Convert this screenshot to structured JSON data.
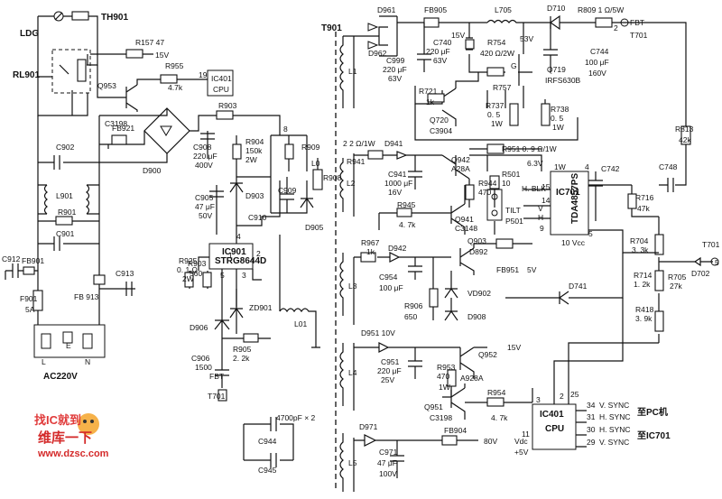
{
  "left_section": {
    "components": [
      {
        "id": "ldg",
        "text": "LDG"
      },
      {
        "id": "th901",
        "text": "TH901"
      },
      {
        "id": "rl901",
        "text": "RL901"
      },
      {
        "id": "r157",
        "text": "R157 47"
      },
      {
        "id": "v15a",
        "text": "15V"
      },
      {
        "id": "r955",
        "text": "R955"
      },
      {
        "id": "r955v",
        "text": "4.7k"
      },
      {
        "id": "ic401a",
        "text": "IC401"
      },
      {
        "id": "cpua",
        "text": "CPU"
      },
      {
        "id": "pin19",
        "text": "19"
      },
      {
        "id": "q953",
        "text": "Q953"
      },
      {
        "id": "c3198a",
        "text": "C3198"
      },
      {
        "id": "fb921",
        "text": "FB921"
      },
      {
        "id": "r903a",
        "text": "R903"
      },
      {
        "id": "pin8",
        "text": "8"
      },
      {
        "id": "c902",
        "text": "C902"
      },
      {
        "id": "d900",
        "text": "D900"
      },
      {
        "id": "c908",
        "text": "C908"
      },
      {
        "id": "c908v1",
        "text": "220 μF"
      },
      {
        "id": "c908v2",
        "text": "400V"
      },
      {
        "id": "r904",
        "text": "R904"
      },
      {
        "id": "r904v1",
        "text": "150k"
      },
      {
        "id": "r904v2",
        "text": "2W"
      },
      {
        "id": "r909",
        "text": "R909"
      },
      {
        "id": "l0",
        "text": "L0"
      },
      {
        "id": "r908",
        "text": "R908"
      },
      {
        "id": "l901",
        "text": "L901"
      },
      {
        "id": "c905",
        "text": "C905"
      },
      {
        "id": "c905v1",
        "text": "47 μF"
      },
      {
        "id": "c905v2",
        "text": "50V"
      },
      {
        "id": "d903",
        "text": "D903"
      },
      {
        "id": "c909",
        "text": "C909"
      },
      {
        "id": "c910",
        "text": "C910"
      },
      {
        "id": "d905",
        "text": "D905"
      },
      {
        "id": "r901",
        "text": "R901"
      },
      {
        "id": "c901",
        "text": "C901"
      },
      {
        "id": "c912",
        "text": "C912"
      },
      {
        "id": "fb901",
        "text": "FB901"
      },
      {
        "id": "c913",
        "text": "C913"
      },
      {
        "id": "f901",
        "text": "F901"
      },
      {
        "id": "f901v",
        "text": "5A"
      },
      {
        "id": "fb913",
        "text": "FB 913"
      },
      {
        "id": "r925",
        "text": "R925"
      },
      {
        "id": "r925v1",
        "text": "0. 1 Ω"
      },
      {
        "id": "r925v2",
        "text": "2W"
      },
      {
        "id": "r903b",
        "text": "R903"
      },
      {
        "id": "r903bv",
        "text": "560"
      },
      {
        "id": "pin4",
        "text": "4"
      },
      {
        "id": "pin1",
        "text": "1"
      },
      {
        "id": "pin2",
        "text": "2"
      },
      {
        "id": "ic901",
        "text": "IC901"
      },
      {
        "id": "ic901p",
        "text": "STRG8644D"
      },
      {
        "id": "pin5",
        "text": "5"
      },
      {
        "id": "pin3",
        "text": "3"
      },
      {
        "id": "d906",
        "text": "D906"
      },
      {
        "id": "zd901",
        "text": "ZD901"
      },
      {
        "id": "l01",
        "text": "L01"
      },
      {
        "id": "r905",
        "text": "R905"
      },
      {
        "id": "r905v",
        "text": "2. 2k"
      },
      {
        "id": "c906",
        "text": "C906"
      },
      {
        "id": "c906v",
        "text": "1500"
      },
      {
        "id": "fbt1",
        "text": "FBT"
      },
      {
        "id": "t701a",
        "text": "T701"
      },
      {
        "id": "l_lbl",
        "text": "L"
      },
      {
        "id": "e_lbl",
        "text": "E"
      },
      {
        "id": "n_lbl",
        "text": "N"
      },
      {
        "id": "ac",
        "text": "AC220V"
      },
      {
        "id": "c4700",
        "text": "4700pF × 2"
      },
      {
        "id": "c944",
        "text": "C944"
      },
      {
        "id": "c945",
        "text": "C945"
      }
    ]
  },
  "right_section": {
    "components": [
      {
        "id": "t901",
        "text": "T901"
      },
      {
        "id": "d961",
        "text": "D961"
      },
      {
        "id": "d962",
        "text": "D962"
      },
      {
        "id": "fb905",
        "text": "FB905"
      },
      {
        "id": "l705",
        "text": "L705"
      },
      {
        "id": "d710",
        "text": "D710"
      },
      {
        "id": "r809",
        "text": "R809 1 Ω/5W"
      },
      {
        "id": "fbt2",
        "text": "FBT"
      },
      {
        "id": "t701b",
        "text": "T701"
      },
      {
        "id": "v15b",
        "text": "15V"
      },
      {
        "id": "v53",
        "text": "53V"
      },
      {
        "id": "c740",
        "text": "C740"
      },
      {
        "id": "c740v1",
        "text": "220 μF"
      },
      {
        "id": "c740v2",
        "text": "63V"
      },
      {
        "id": "r754",
        "text": "R754"
      },
      {
        "id": "r754v",
        "text": "420 Ω/2W"
      },
      {
        "id": "c744",
        "text": "C744"
      },
      {
        "id": "c744v1",
        "text": "100 μF"
      },
      {
        "id": "c744v2",
        "text": "160V"
      },
      {
        "id": "c999",
        "text": "C999"
      },
      {
        "id": "c999v1",
        "text": "220 μF"
      },
      {
        "id": "c999v2",
        "text": "63V"
      },
      {
        "id": "l1",
        "text": "L1"
      },
      {
        "id": "g",
        "text": "G"
      },
      {
        "id": "q719",
        "text": "Q719"
      },
      {
        "id": "irfs",
        "text": "IRFS630B"
      },
      {
        "id": "r757",
        "text": "R757"
      },
      {
        "id": "r721",
        "text": "R721"
      },
      {
        "id": "r721v",
        "text": "1k"
      },
      {
        "id": "q720",
        "text": "Q720"
      },
      {
        "id": "c3904",
        "text": "C3904"
      },
      {
        "id": "r737",
        "text": "R737"
      },
      {
        "id": "r737v1",
        "text": "0. 5"
      },
      {
        "id": "r737v2",
        "text": "1W"
      },
      {
        "id": "r738",
        "text": "R738"
      },
      {
        "id": "r738v1",
        "text": "0. 5"
      },
      {
        "id": "r738v2",
        "text": "1W"
      },
      {
        "id": "r813",
        "text": "R813"
      },
      {
        "id": "r813v",
        "text": "42k"
      },
      {
        "id": "r22",
        "text": "2 2 Ω/1W"
      },
      {
        "id": "d941",
        "text": "D941"
      },
      {
        "id": "q942",
        "text": "Q942"
      },
      {
        "id": "a28a",
        "text": "A28A"
      },
      {
        "id": "r951",
        "text": "R951  0. 9 Ω/1W"
      },
      {
        "id": "v63",
        "text": "6.3V"
      },
      {
        "id": "r941",
        "text": "R941"
      },
      {
        "id": "c941",
        "text": "C941"
      },
      {
        "id": "c941v1",
        "text": "1000 μF"
      },
      {
        "id": "c941v2",
        "text": "16V"
      },
      {
        "id": "r944",
        "text": "R944"
      },
      {
        "id": "r944v",
        "text": "470"
      },
      {
        "id": "r501",
        "text": "R501"
      },
      {
        "id": "r501v",
        "text": "10"
      },
      {
        "id": "l2",
        "text": "L2"
      },
      {
        "id": "hblk",
        "text": "H. BLK"
      },
      {
        "id": "p1w",
        "text": "1W"
      },
      {
        "id": "p4a",
        "text": "4"
      },
      {
        "id": "c742",
        "text": "C742"
      },
      {
        "id": "c748",
        "text": "C748"
      },
      {
        "id": "p15",
        "text": "15"
      },
      {
        "id": "p14",
        "text": "14"
      },
      {
        "id": "ic701",
        "text": "IC701"
      },
      {
        "id": "tda",
        "text": "TDA4857PS"
      },
      {
        "id": "r716",
        "text": "R716"
      },
      {
        "id": "r716v",
        "text": "47k"
      },
      {
        "id": "tilt",
        "text": "TILT"
      },
      {
        "id": "p501",
        "text": "P501"
      },
      {
        "id": "vpin",
        "text": "V"
      },
      {
        "id": "hpin",
        "text": "H"
      },
      {
        "id": "p9",
        "text": "9"
      },
      {
        "id": "r945",
        "text": "R945"
      },
      {
        "id": "r945v",
        "text": "4. 7k"
      },
      {
        "id": "q941",
        "text": "Q941"
      },
      {
        "id": "c3148",
        "text": "C3148"
      },
      {
        "id": "p5a",
        "text": "5"
      },
      {
        "id": "p10vcc",
        "text": "10  Vcc"
      },
      {
        "id": "r704",
        "text": "R704"
      },
      {
        "id": "r704v",
        "text": "3. 3k"
      },
      {
        "id": "t701c",
        "text": "T701"
      },
      {
        "id": "r967",
        "text": "R967"
      },
      {
        "id": "r967v",
        "text": "1k"
      },
      {
        "id": "d942",
        "text": "D942"
      },
      {
        "id": "q903",
        "text": "Q903"
      },
      {
        "id": "d892",
        "text": "D892"
      },
      {
        "id": "fb951",
        "text": "FB951"
      },
      {
        "id": "v5",
        "text": "5V"
      },
      {
        "id": "r714",
        "text": "R714"
      },
      {
        "id": "r714v",
        "text": "1. 2k"
      },
      {
        "id": "r705",
        "text": "R705"
      },
      {
        "id": "r705v",
        "text": "27k"
      },
      {
        "id": "d702",
        "text": "D702"
      },
      {
        "id": "l3",
        "text": "L3"
      },
      {
        "id": "c954",
        "text": "C954"
      },
      {
        "id": "c954v",
        "text": "100 μF"
      },
      {
        "id": "vd902",
        "text": "VD902"
      },
      {
        "id": "d741",
        "text": "D741"
      },
      {
        "id": "r906",
        "text": "R906"
      },
      {
        "id": "r906v",
        "text": "650"
      },
      {
        "id": "d908",
        "text": "D908"
      },
      {
        "id": "r418",
        "text": "R418"
      },
      {
        "id": "r418v",
        "text": "3. 9k"
      },
      {
        "id": "d951",
        "text": "D951  10V"
      },
      {
        "id": "v15c",
        "text": "15V"
      },
      {
        "id": "q952",
        "text": "Q952"
      },
      {
        "id": "c951",
        "text": "C951"
      },
      {
        "id": "c951v1",
        "text": "220 μF"
      },
      {
        "id": "c951v2",
        "text": "25V"
      },
      {
        "id": "r953",
        "text": "R953"
      },
      {
        "id": "r953v1",
        "text": "470"
      },
      {
        "id": "r953v2",
        "text": "1W"
      },
      {
        "id": "a928a",
        "text": "A928A"
      },
      {
        "id": "l4",
        "text": "L4"
      },
      {
        "id": "q951",
        "text": "Q951"
      },
      {
        "id": "c3198b",
        "text": "C3198"
      },
      {
        "id": "r954",
        "text": "R954"
      },
      {
        "id": "r954v",
        "text": "4. 7k"
      },
      {
        "id": "p3",
        "text": "3"
      },
      {
        "id": "p2",
        "text": "2"
      },
      {
        "id": "p25",
        "text": "25"
      },
      {
        "id": "ic401b",
        "text": "IC401"
      },
      {
        "id": "cpub",
        "text": "CPU"
      },
      {
        "id": "p34",
        "text": "34"
      },
      {
        "id": "p31",
        "text": "31"
      },
      {
        "id": "p30",
        "text": "30"
      },
      {
        "id": "p29",
        "text": "29"
      },
      {
        "id": "vsync1",
        "text": "V. SYNC"
      },
      {
        "id": "hsync1",
        "text": "H. SYNC"
      },
      {
        "id": "hsync2",
        "text": "H. SYNC"
      },
      {
        "id": "vsync2",
        "text": "V. SYNC"
      },
      {
        "id": "topc",
        "text": "至PC机"
      },
      {
        "id": "toic",
        "text": "至IC701"
      },
      {
        "id": "d971",
        "text": "D971"
      },
      {
        "id": "c971",
        "text": "C971"
      },
      {
        "id": "c971v1",
        "text": "47 μF"
      },
      {
        "id": "c971v2",
        "text": "100V"
      },
      {
        "id": "fb904",
        "text": "FB904"
      },
      {
        "id": "v80",
        "text": "80V"
      },
      {
        "id": "vdc",
        "text": "Vdc"
      },
      {
        "id": "v5b",
        "text": "+5V"
      },
      {
        "id": "p11",
        "text": "11"
      },
      {
        "id": "l5",
        "text": "L5"
      },
      {
        "id": "n2",
        "text": "2"
      },
      {
        "id": "n5",
        "text": "5"
      }
    ]
  },
  "watermark": {
    "line1": "找IC就到",
    "line2": "维库一下",
    "url": "www.dzsc.com"
  }
}
